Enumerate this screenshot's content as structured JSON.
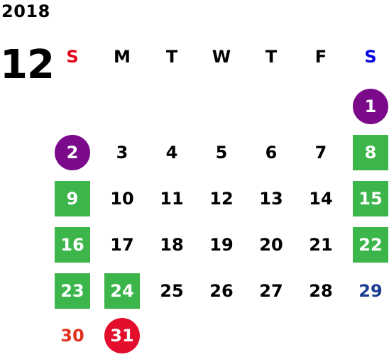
{
  "calendar": {
    "year": "2018",
    "month": "12",
    "weekday_headers": [
      "S",
      "M",
      "T",
      "W",
      "T",
      "F",
      "S"
    ],
    "days": [
      {
        "label": "1",
        "style": "purple"
      },
      {
        "label": "2",
        "style": "purple"
      },
      {
        "label": "3",
        "style": "plain"
      },
      {
        "label": "4",
        "style": "plain"
      },
      {
        "label": "5",
        "style": "plain"
      },
      {
        "label": "6",
        "style": "plain"
      },
      {
        "label": "7",
        "style": "plain"
      },
      {
        "label": "8",
        "style": "green"
      },
      {
        "label": "9",
        "style": "green"
      },
      {
        "label": "10",
        "style": "plain"
      },
      {
        "label": "11",
        "style": "plain"
      },
      {
        "label": "12",
        "style": "plain"
      },
      {
        "label": "13",
        "style": "plain"
      },
      {
        "label": "14",
        "style": "plain"
      },
      {
        "label": "15",
        "style": "green"
      },
      {
        "label": "16",
        "style": "green"
      },
      {
        "label": "17",
        "style": "plain"
      },
      {
        "label": "18",
        "style": "plain"
      },
      {
        "label": "19",
        "style": "plain"
      },
      {
        "label": "20",
        "style": "plain"
      },
      {
        "label": "21",
        "style": "plain"
      },
      {
        "label": "22",
        "style": "green"
      },
      {
        "label": "23",
        "style": "green"
      },
      {
        "label": "24",
        "style": "green"
      },
      {
        "label": "25",
        "style": "plain"
      },
      {
        "label": "26",
        "style": "plain"
      },
      {
        "label": "27",
        "style": "plain"
      },
      {
        "label": "28",
        "style": "plain"
      },
      {
        "label": "29",
        "style": "blue-text"
      },
      {
        "label": "30",
        "style": "red-text"
      },
      {
        "label": "31",
        "style": "red-circle"
      }
    ]
  },
  "colors": {
    "sunday_header": "#e3001b",
    "saturday_header": "#0000e0",
    "highlight_green": "#3cb54a",
    "highlight_purple": "#7a0a8a",
    "highlight_red": "#e30d2c",
    "text_red": "#e0301e",
    "text_blue": "#1a3d8f"
  }
}
